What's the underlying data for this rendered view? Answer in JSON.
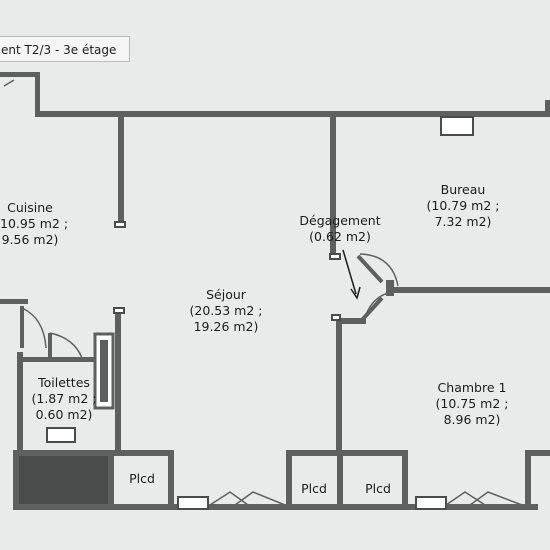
{
  "plan": {
    "title": "ent  T2/3 - 3e étage"
  },
  "rooms": {
    "cuisine": {
      "name": "Cuisine",
      "area1": "10.95 m2 ;",
      "area2": "9.56 m2)"
    },
    "bureau": {
      "name": "Bureau",
      "area1": "(10.79 m2 ;",
      "area2": "7.32 m2)"
    },
    "degagement": {
      "name": "Dégagement",
      "area1": "(0.62 m2)"
    },
    "sejour": {
      "name": "Séjour",
      "area1": "(20.53 m2 ;",
      "area2": "19.26 m2)"
    },
    "toilettes": {
      "name": "Toilettes",
      "area1": "(1.87 m2 ;",
      "area2": "0.60 m2)"
    },
    "chambre1": {
      "name": "Chambre 1",
      "area1": "(10.75 m2 ;",
      "area2": "8.96 m2)"
    }
  },
  "closets": {
    "plcd_1": "Plcd",
    "plcd_2": "Plcd",
    "plcd_3": "Plcd"
  },
  "colors": {
    "wall": "#5e605f",
    "background": "#e9ebea",
    "fixture": "#4a4c4b"
  }
}
